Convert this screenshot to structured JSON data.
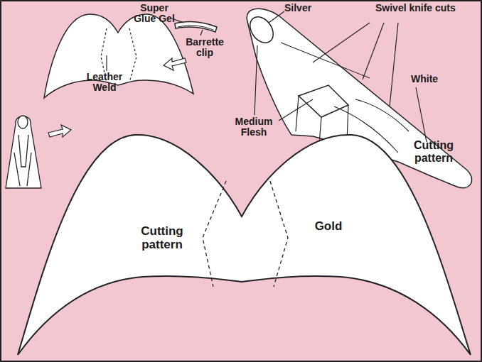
{
  "diagram": {
    "nodes": [
      {
        "text": [
          "Cutting pattern",
          "Gold"
        ]
      }
    ],
    "labels": [
      "Super Glue Gel",
      "Barrette clip",
      "Leather Weld",
      "Silver",
      "Swivel knife cuts",
      "White",
      "Medium Flesh",
      "Cutting pattern"
    ]
  }
}
